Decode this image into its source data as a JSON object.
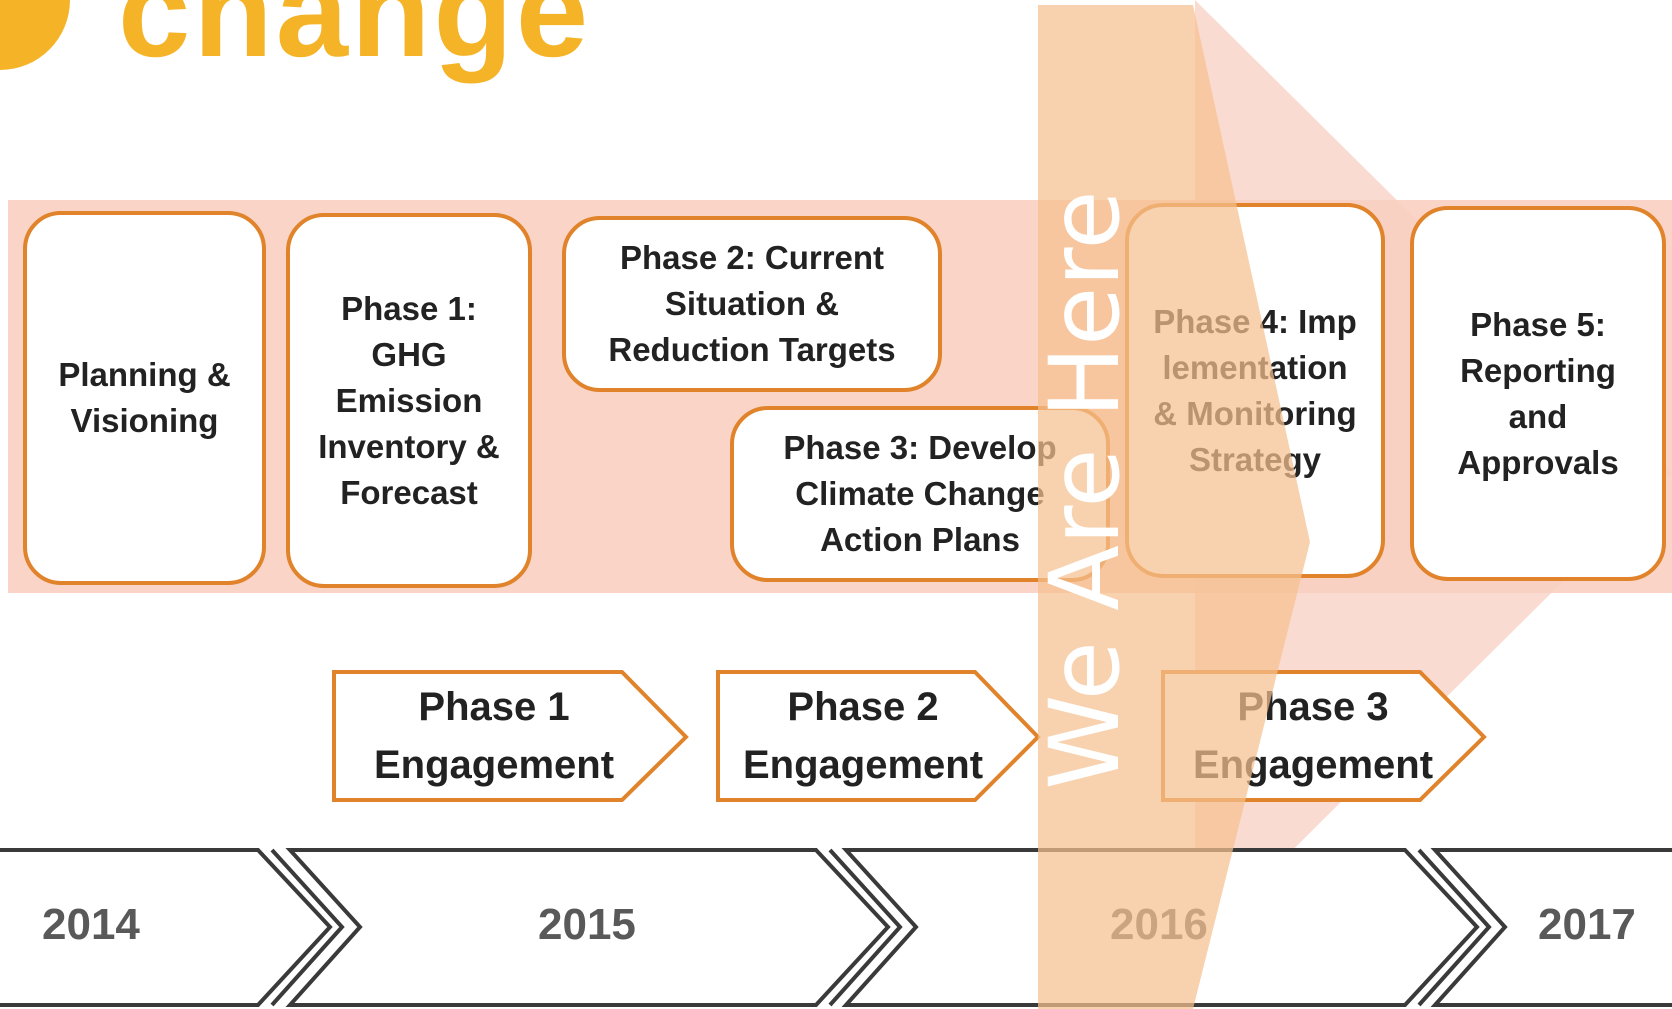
{
  "brand": {
    "wordmark": "change"
  },
  "phases": [
    {
      "label": "Planning & Visioning"
    },
    {
      "label": "Phase 1: GHG Emission Inventory & Forecast"
    },
    {
      "label": "Phase 2: Current Situation & Reduction Targets"
    },
    {
      "label": "Phase 3: Develop Climate Change Action Plans"
    },
    {
      "label": "Phase 4: Implementation & Monitoring Strategy"
    },
    {
      "label": "Phase 5: Reporting and Approvals"
    }
  ],
  "engagement": [
    {
      "line1": "Phase 1",
      "line2": "Engagement"
    },
    {
      "line1": "Phase 2",
      "line2": "Engagement"
    },
    {
      "line1": "Phase 3",
      "line2": "Engagement"
    }
  ],
  "years": [
    "2014",
    "2015",
    "2016",
    "2017"
  ],
  "marker": {
    "label": "We Are Here"
  },
  "colors": {
    "accent": "#e0832a",
    "band": "#f8cfc1",
    "marker": "#f5c08f",
    "brand": "#f5b428",
    "year_text": "#595959"
  }
}
